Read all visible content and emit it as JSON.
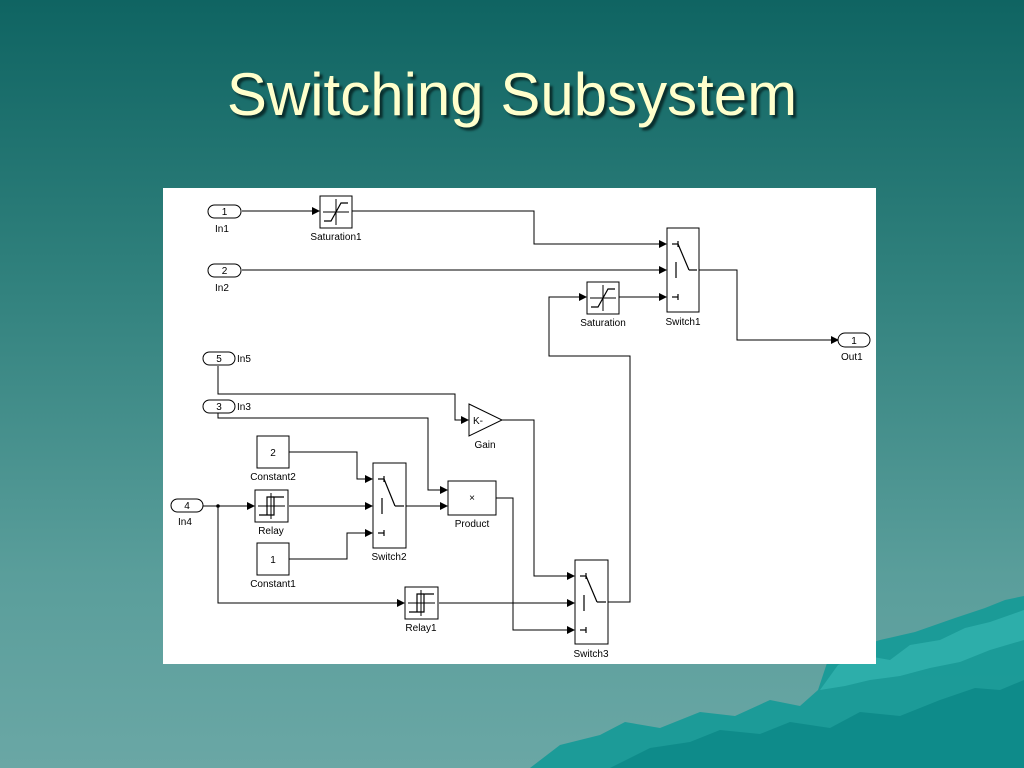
{
  "slide": {
    "title": "Switching Subsystem"
  },
  "colors": {
    "background_top": "#0f6462",
    "background_bottom": "#6aa7a5",
    "title_text": "#ffffcc",
    "mountain": "#1aa3a0",
    "panel": "#ffffff"
  },
  "diagram": {
    "inports": [
      {
        "num": "1",
        "label": "In1"
      },
      {
        "num": "2",
        "label": "In2"
      },
      {
        "num": "5",
        "label": "In5"
      },
      {
        "num": "3",
        "label": "In3"
      },
      {
        "num": "4",
        "label": "In4"
      }
    ],
    "outport": {
      "num": "1",
      "label": "Out1"
    },
    "blocks": {
      "saturation1": "Saturation1",
      "saturation": "Saturation",
      "switch1": "Switch1",
      "gain": "Gain",
      "gain_symbol": "K-",
      "constant2": "Constant2",
      "constant2_value": "2",
      "relay": "Relay",
      "constant1": "Constant1",
      "constant1_value": "1",
      "switch2": "Switch2",
      "product": "Product",
      "product_symbol": "×",
      "relay1": "Relay1",
      "switch3": "Switch3"
    }
  }
}
